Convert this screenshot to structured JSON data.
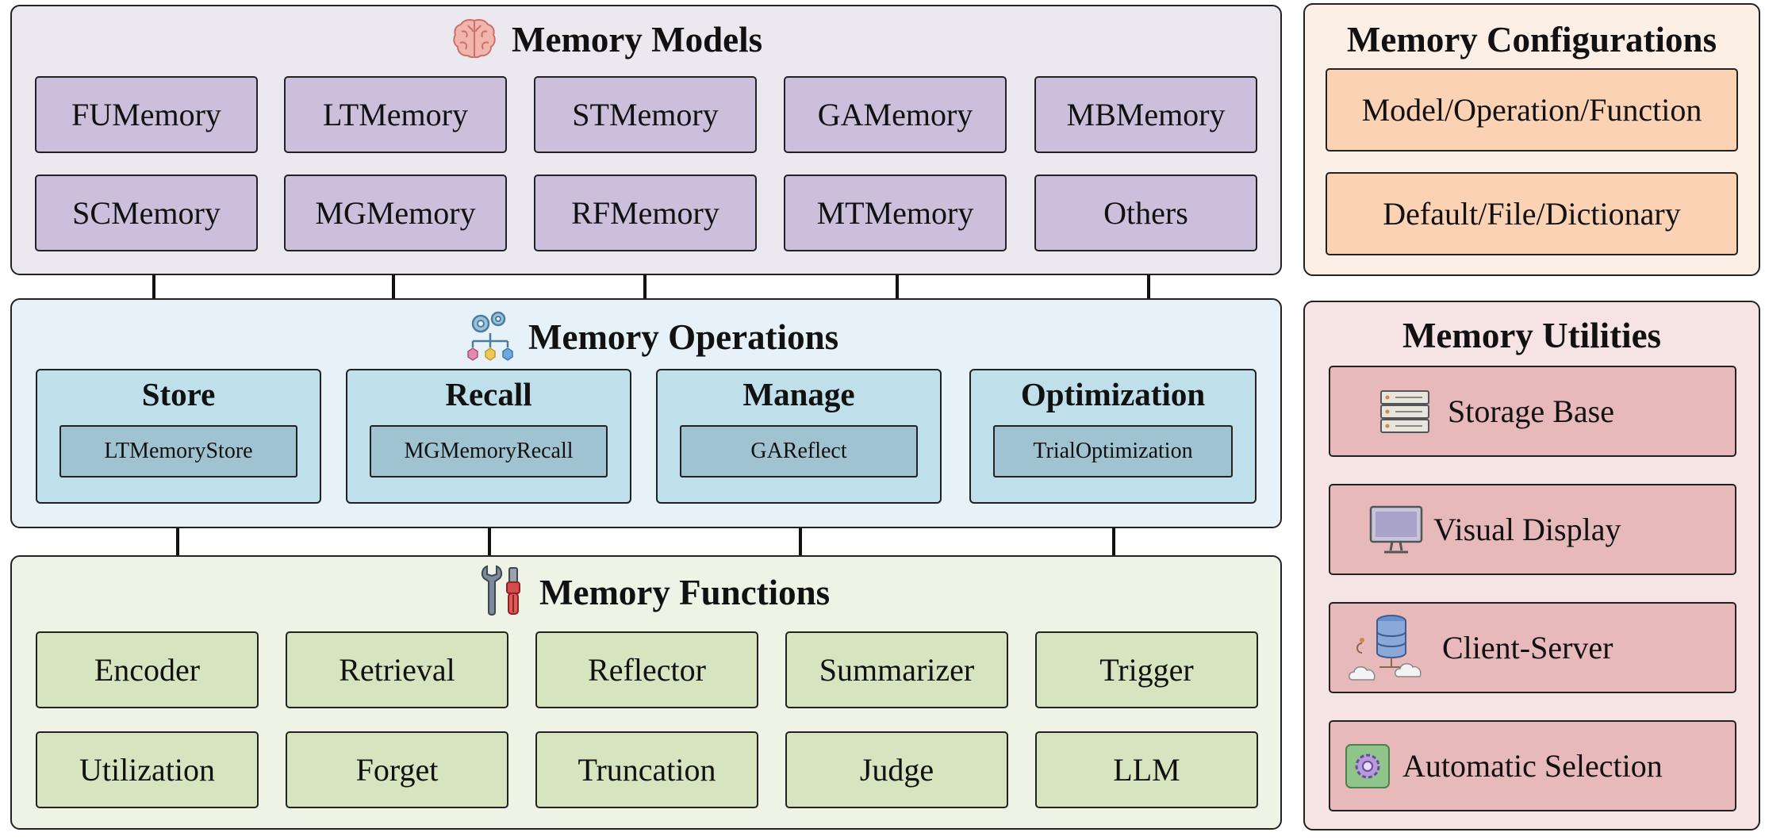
{
  "models": {
    "title": "Memory Models",
    "items": [
      "FUMemory",
      "LTMemory",
      "STMemory",
      "GAMemory",
      "MBMemory",
      "SCMemory",
      "MGMemory",
      "RFMemory",
      "MTMemory",
      "Others"
    ]
  },
  "operations": {
    "title": "Memory Operations",
    "groups": [
      {
        "name": "Store",
        "item": "LTMemoryStore"
      },
      {
        "name": "Recall",
        "item": "MGMemoryRecall"
      },
      {
        "name": "Manage",
        "item": "GAReflect"
      },
      {
        "name": "Optimization",
        "item": "TrialOptimization"
      }
    ]
  },
  "functions": {
    "title": "Memory Functions",
    "items": [
      "Encoder",
      "Retrieval",
      "Reflector",
      "Summarizer",
      "Trigger",
      "Utilization",
      "Forget",
      "Truncation",
      "Judge",
      "LLM"
    ]
  },
  "configurations": {
    "title": "Memory Configurations",
    "items": [
      "Model/Operation/Function",
      "Default/File/Dictionary"
    ]
  },
  "utilities": {
    "title": "Memory Utilities",
    "items": [
      {
        "label": "Storage Base",
        "icon": "server-rack-icon"
      },
      {
        "label": "Visual Display",
        "icon": "monitor-icon"
      },
      {
        "label": "Client-Server",
        "icon": "database-cloud-icon"
      },
      {
        "label": "Automatic Selection",
        "icon": "gear-chip-icon"
      }
    ]
  },
  "colors": {
    "models_panel": "#ece8ef",
    "models_box": "#cbbfdc",
    "ops_panel": "#e6f2f7",
    "ops_box": "#bfe0ea",
    "ops_inner": "#9fc3d0",
    "functions_panel": "#eef3e6",
    "functions_box": "#d6e4bf",
    "config_panel": "#fcefe6",
    "config_box": "#fbd3b4",
    "util_panel": "#f6e3e3",
    "util_box": "#e8b9bb"
  }
}
